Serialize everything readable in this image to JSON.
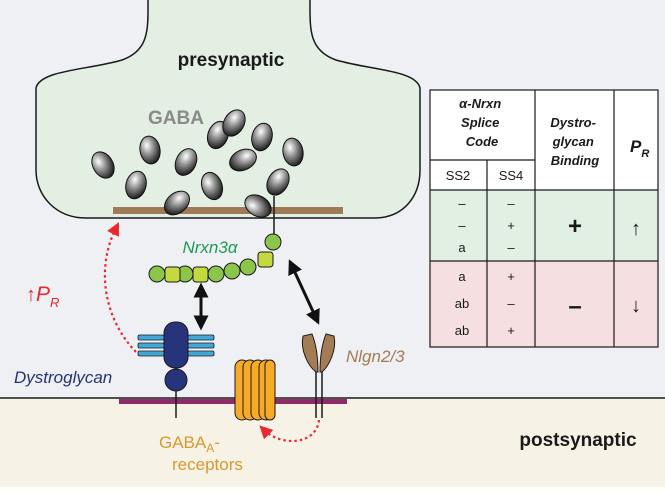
{
  "labels": {
    "presynaptic": "presynaptic",
    "postsynaptic": "postsynaptic",
    "gaba": "GABA",
    "nrxn3a": "Nrxn3α",
    "dystroglycan": "Dystroglycan",
    "nlgn": "Nlgn2/3",
    "pr_arrow": "↑",
    "pr_letter": "P",
    "pr_sub": "R",
    "gaba_receptor_main": "GABA",
    "gaba_receptor_sub": "A",
    "gaba_receptor_hyphen": "-",
    "gaba_receptor_line2": "receptors"
  },
  "table": {
    "header_col1_lines": [
      "α-Nrxn",
      "Splice",
      "Code"
    ],
    "header_col2_lines": [
      "Dystro-",
      "glycan",
      "Binding"
    ],
    "header_col3_letter": "P",
    "header_col3_sub": "R",
    "subheaders": [
      "SS2",
      "SS4"
    ],
    "rows_top": [
      [
        "–",
        "–"
      ],
      [
        "–",
        "+"
      ],
      [
        "a",
        "–"
      ]
    ],
    "rows_bottom": [
      [
        "a",
        "+"
      ],
      [
        "ab",
        "–"
      ],
      [
        "ab",
        "+"
      ]
    ],
    "binding_top": "+",
    "binding_bottom": "–",
    "pr_top": "↑",
    "pr_bottom": "↓"
  },
  "colors": {
    "background": "#eef0f3",
    "terminal": "#e4efe4",
    "postsynaptic": "#f6f2e6",
    "membrane": "#8e2c67",
    "active_zone": "#9e7a56",
    "nrxn": "#8bc64a",
    "nrxn_light": "#c4d93f",
    "dystroglycan": "#27337b",
    "dystroglycan_spikes": "#42a6d9",
    "gaba_receptor": "#f7a928",
    "nlgn": "#a37c56",
    "red": "#e8292f",
    "label_blue": "#27337b",
    "label_green": "#1d9a55",
    "label_brown": "#a37c56",
    "label_orange": "#d9982e",
    "table_green": "#e2f0e4",
    "table_pink": "#f6dfe0"
  }
}
